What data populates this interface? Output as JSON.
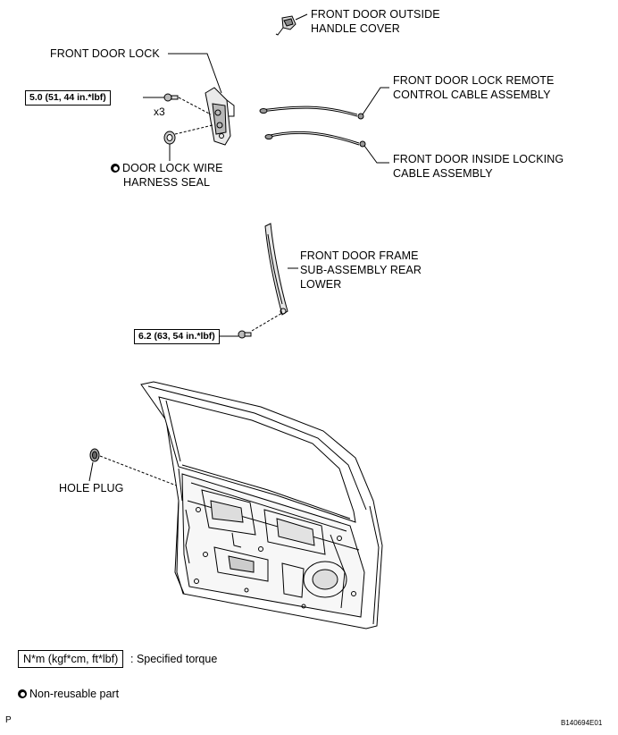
{
  "labels": {
    "outside_handle_cover_1": "FRONT DOOR OUTSIDE",
    "outside_handle_cover_2": "HANDLE COVER",
    "door_lock": "FRONT DOOR LOCK",
    "remote_cable_1": "FRONT DOOR LOCK REMOTE",
    "remote_cable_2": "CONTROL CABLE ASSEMBLY",
    "inside_cable_1": "FRONT DOOR INSIDE LOCKING",
    "inside_cable_2": "CABLE ASSEMBLY",
    "harness_seal_1": "DOOR LOCK WIRE",
    "harness_seal_2": "HARNESS SEAL",
    "frame_rear_1": "FRONT DOOR FRAME",
    "frame_rear_2": "SUB-ASSEMBLY REAR",
    "frame_rear_3": "LOWER",
    "hole_plug": "HOLE PLUG"
  },
  "torques": {
    "lock_screw": "5.0 (51, 44 in.*lbf)",
    "frame_bolt": "6.2 (63, 54 in.*lbf)"
  },
  "quantity": "x3",
  "legend": {
    "torque_unit": "N*m (kgf*cm, ft*lbf)",
    "torque_desc": ": Specified torque",
    "non_reusable": "Non-reusable part"
  },
  "corner_left": "P",
  "corner_right": "B140694E01"
}
